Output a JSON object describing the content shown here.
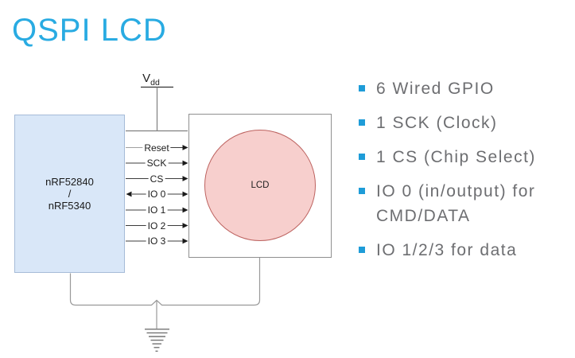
{
  "page": {
    "title": "QSPI LCD"
  },
  "diagram": {
    "vdd": {
      "letter": "V",
      "subscript": "dd"
    },
    "chip": {
      "lines": [
        "nRF52840",
        "/",
        "nRF5340"
      ]
    },
    "lcd": {
      "label": "LCD"
    },
    "signals": [
      {
        "label": "Reset",
        "direction": "to-lcd"
      },
      {
        "label": "SCK",
        "direction": "to-lcd"
      },
      {
        "label": "CS",
        "direction": "to-lcd"
      },
      {
        "label": "IO 0",
        "direction": "bidirectional"
      },
      {
        "label": "IO 1",
        "direction": "to-lcd"
      },
      {
        "label": "IO 2",
        "direction": "to-lcd"
      },
      {
        "label": "IO 3",
        "direction": "to-lcd"
      }
    ]
  },
  "notes": {
    "items": [
      "6 Wired GPIO",
      "1 SCK (Clock)",
      "1 CS (Chip Select)",
      "IO 0 (in/output) for CMD/DATA",
      "IO 1/2/3 for data"
    ]
  },
  "colors": {
    "title_blue": "#29abe2",
    "bullet_blue": "#1e9cd8",
    "note_text_gray": "#6d6e71",
    "chip_fill": "#d9e7f8",
    "chip_border": "#a6bbd8",
    "lcd_circle_fill": "#f7cfcd",
    "lcd_circle_stroke": "#bd6360",
    "wire_dark": "#3c3c3c",
    "wire_gray": "#999999"
  }
}
